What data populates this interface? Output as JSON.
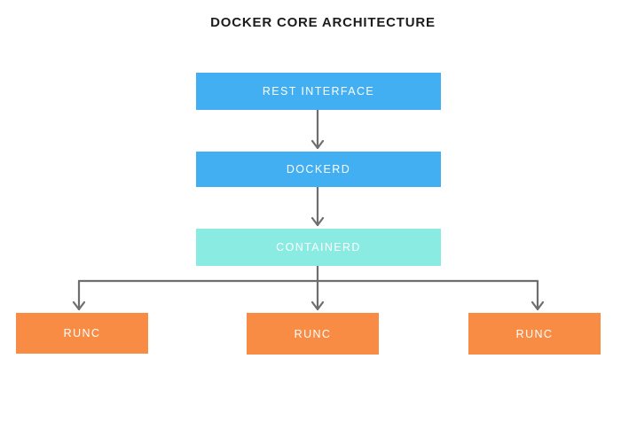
{
  "title": "DOCKER CORE ARCHITECTURE",
  "colors": {
    "blue": "#41aff2",
    "teal": "#8aebe2",
    "orange": "#f98c45",
    "arrow": "#6e6e6e",
    "title_text": "#1c1c1c",
    "box_text": "#ffffff"
  },
  "diagram": {
    "nodes": [
      {
        "id": "rest-interface",
        "label": "REST INTERFACE",
        "color": "blue"
      },
      {
        "id": "dockerd",
        "label": "DOCKERD",
        "color": "blue"
      },
      {
        "id": "containerd",
        "label": "CONTAINERD",
        "color": "teal"
      },
      {
        "id": "runc-1",
        "label": "RUNC",
        "color": "orange"
      },
      {
        "id": "runc-2",
        "label": "RUNC",
        "color": "orange"
      },
      {
        "id": "runc-3",
        "label": "RUNC",
        "color": "orange"
      }
    ],
    "edges": [
      {
        "from": "rest-interface",
        "to": "dockerd"
      },
      {
        "from": "dockerd",
        "to": "containerd"
      },
      {
        "from": "containerd",
        "to": "runc-1"
      },
      {
        "from": "containerd",
        "to": "runc-2"
      },
      {
        "from": "containerd",
        "to": "runc-3"
      }
    ]
  }
}
